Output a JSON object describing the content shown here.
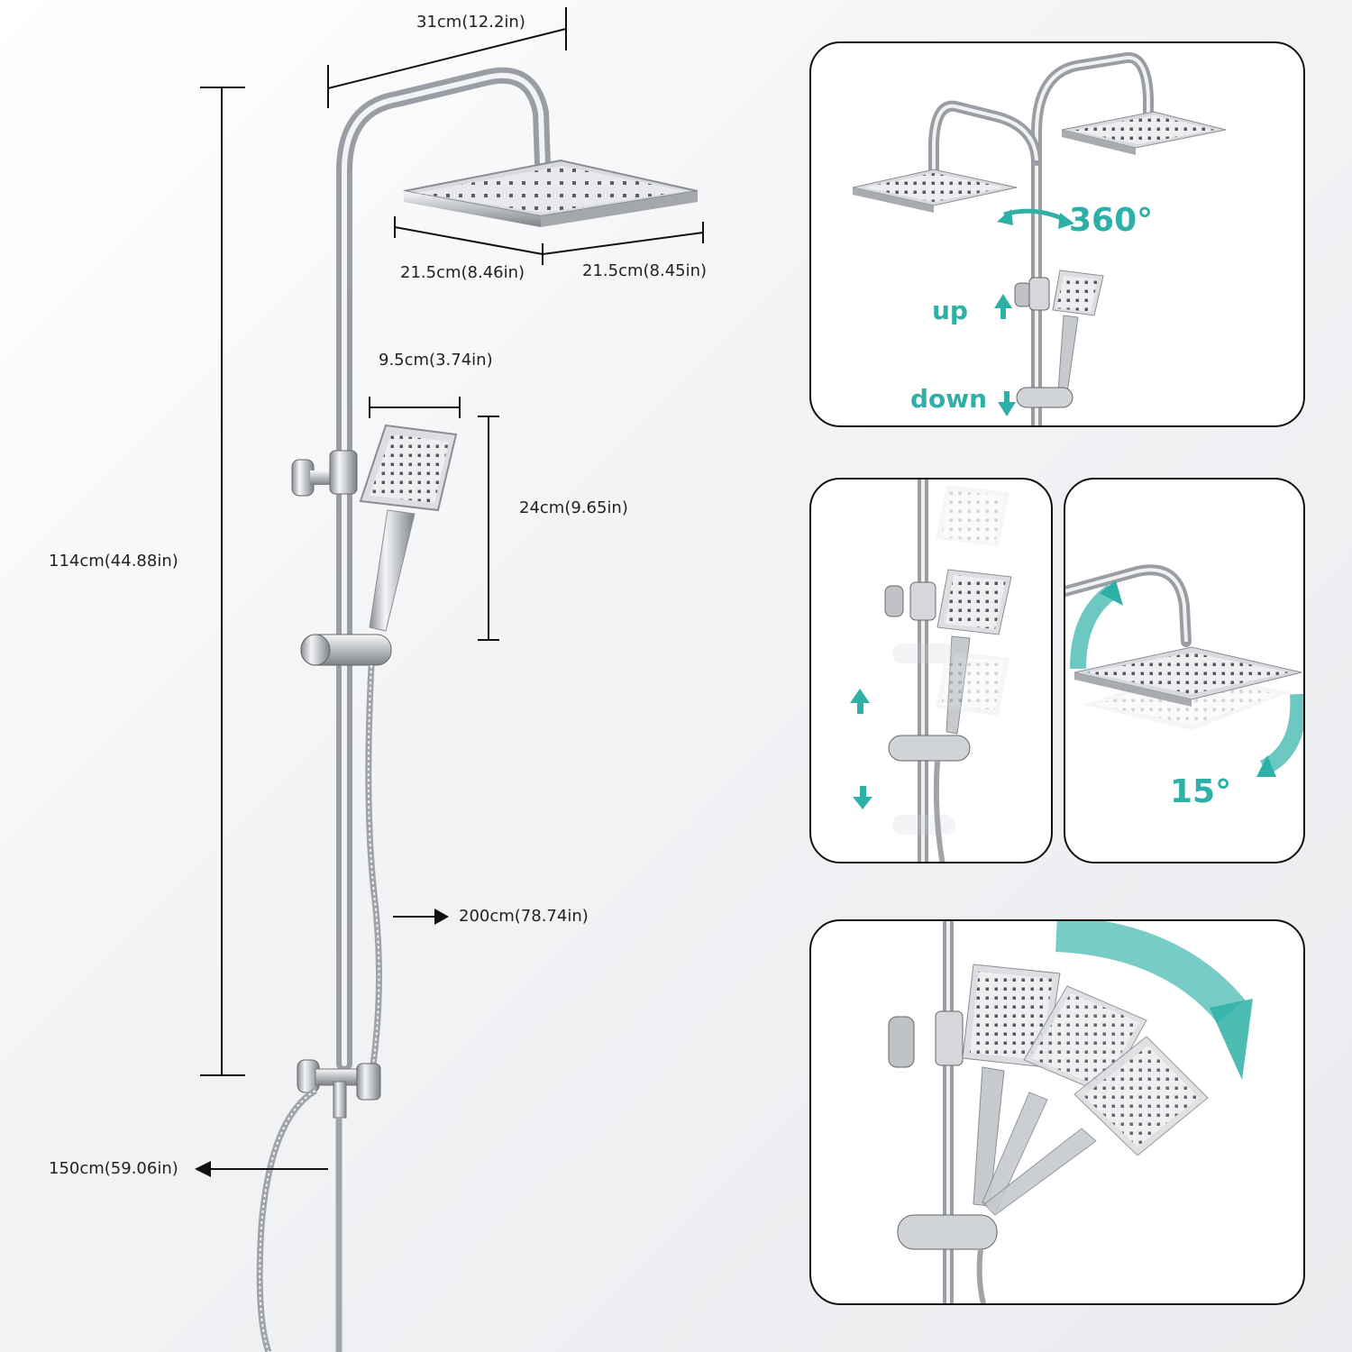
{
  "dimensions": {
    "arm_length": "31cm(12.2in)",
    "head_width_left": "21.5cm(8.46in)",
    "head_width_right": "21.5cm(8.45in)",
    "handheld_width": "9.5cm(3.74in)",
    "handheld_height": "24cm(9.65in)",
    "bar_height": "114cm(44.88in)",
    "hose_length": "200cm(78.74in)",
    "outlet_height": "150cm(59.06in)"
  },
  "panels": {
    "rotation": {
      "angle_label": "360°",
      "up_label": "up",
      "down_label": "down"
    },
    "tilt": {
      "angle_label": "15°"
    }
  },
  "colors": {
    "accent": "#2eb0a6",
    "chrome": "#c9ccd1",
    "outline": "#111111"
  }
}
